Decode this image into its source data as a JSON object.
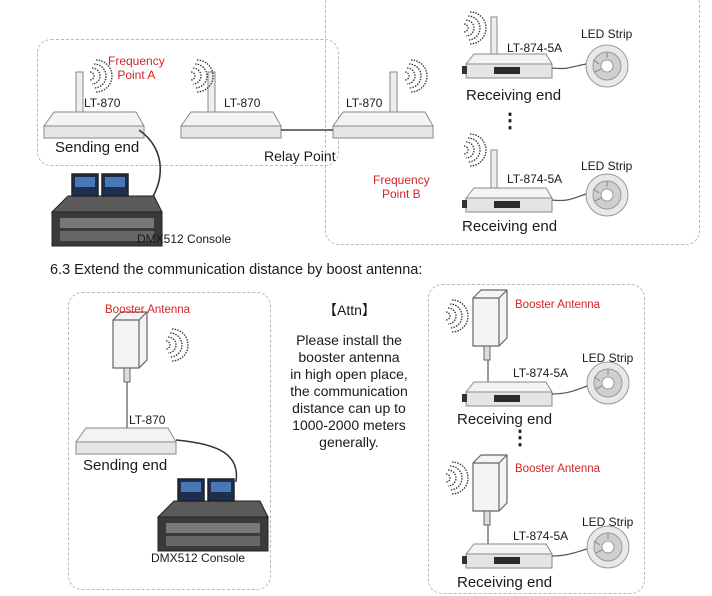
{
  "top": {
    "freq_a": "Frequency\nPoint A",
    "freq_b": "Frequency\nPoint B",
    "lt870_1": "LT-870",
    "lt870_2": "LT-870",
    "lt870_3": "LT-870",
    "sending_end": "Sending end",
    "relay_point": "Relay Point",
    "console": "DMX512 Console",
    "lt8745a_1": "LT-874-5A",
    "lt8745a_2": "LT-874-5A",
    "led_strip_1": "LED Strip",
    "led_strip_2": "LED Strip",
    "receiving_end_1": "Receiving end",
    "receiving_end_2": "Receiving end",
    "ellipsis": "⋮"
  },
  "section_title": "6.3  Extend the communication distance by boost antenna:",
  "bottom": {
    "booster_1": "Booster Antenna",
    "booster_2": "Booster Antenna",
    "booster_3": "Booster Antenna",
    "lt870": "LT-870",
    "sending_end": "Sending end",
    "console": "DMX512 Console",
    "attn_title": "【Attn】",
    "attn_lines": [
      "Please install the",
      "booster antenna",
      "in high open place,",
      "the communication",
      "distance can up to",
      "1000-2000 meters",
      "generally."
    ],
    "lt8745a_1": "LT-874-5A",
    "lt8745a_2": "LT-874-5A",
    "led_strip_1": "LED Strip",
    "led_strip_2": "LED Strip",
    "receiving_end_1": "Receiving end",
    "receiving_end_2": "Receiving end",
    "ellipsis": "⋮"
  },
  "colors": {
    "accent_red": "#d2252a",
    "panel_border": "#b8b8b8"
  }
}
